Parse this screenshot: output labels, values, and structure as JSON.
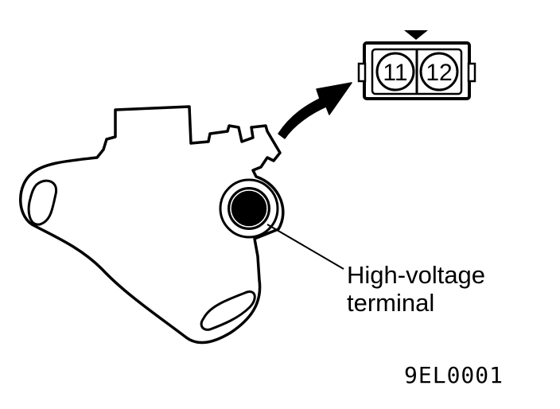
{
  "connector": {
    "pins": [
      "11",
      "12"
    ]
  },
  "callout": {
    "line1": "High-voltage",
    "line2": "terminal"
  },
  "figure_code": "9EL0001",
  "colors": {
    "ink": "#000000",
    "paper": "#ffffff"
  }
}
